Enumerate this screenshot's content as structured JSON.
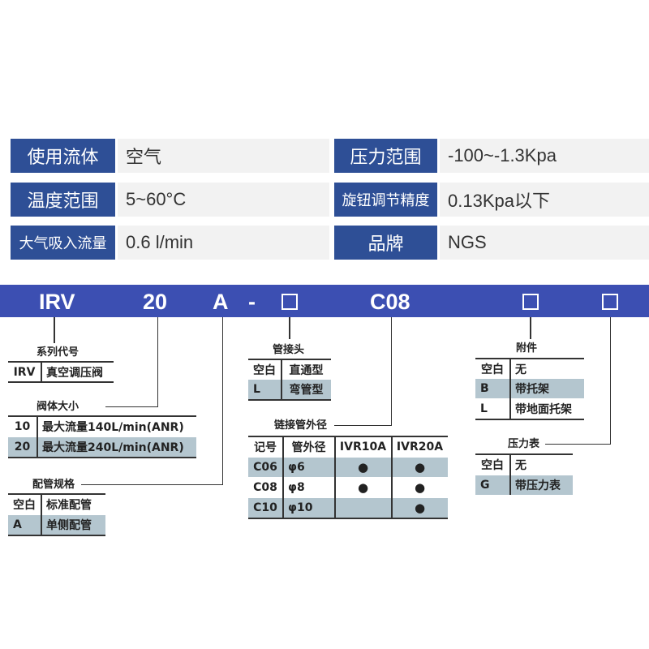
{
  "specs": [
    {
      "label": "使用流体",
      "value": "空气"
    },
    {
      "label": "压力范围",
      "value": "-100~-1.3Kpa"
    },
    {
      "label": "温度范围",
      "value": "5~60°C"
    },
    {
      "label": "旋钮调节精度",
      "value": "0.13Kpa以下"
    },
    {
      "label": "大气吸入流量",
      "value": "0.6 l/min"
    },
    {
      "label": "品牌",
      "value": "NGS"
    }
  ],
  "model_code": {
    "parts": [
      "IRV",
      "20",
      "A",
      "-",
      "C08"
    ],
    "placeholder_boxes": 3
  },
  "series": {
    "title": "系列代号",
    "rows": [
      [
        "IRV",
        "真空调压阀"
      ]
    ]
  },
  "body_size": {
    "title": "阀体大小",
    "rows": [
      [
        "10",
        "最大流量140L/min(ANR)"
      ],
      [
        "20",
        "最大流量240L/min(ANR)"
      ]
    ]
  },
  "piping": {
    "title": "配管规格",
    "rows": [
      [
        "空白",
        "标准配管"
      ],
      [
        "A",
        "单侧配管"
      ]
    ]
  },
  "fitting": {
    "title": "管接头",
    "rows": [
      [
        "空白",
        "直通型"
      ],
      [
        "L",
        "弯管型"
      ]
    ]
  },
  "tube_od": {
    "title": "链接管外径",
    "headers": [
      "记号",
      "管外径",
      "IVR10A",
      "IVR20A"
    ],
    "rows": [
      [
        "C06",
        "φ6",
        "●",
        "●"
      ],
      [
        "C08",
        "φ8",
        "●",
        "●"
      ],
      [
        "C10",
        "φ10",
        "",
        "●"
      ]
    ]
  },
  "accessory": {
    "title": "附件",
    "rows": [
      [
        "空白",
        "无"
      ],
      [
        "B",
        "带托架"
      ],
      [
        "L",
        "带地面托架"
      ]
    ]
  },
  "gauge": {
    "title": "压力表",
    "rows": [
      [
        "空白",
        "无"
      ],
      [
        "G",
        "带压力表"
      ]
    ]
  },
  "colors": {
    "label_blue": "#2e4f96",
    "banner_blue": "#3c4fb2",
    "row_shade": "#b4c6cf",
    "value_bg": "#f2f2f2"
  }
}
